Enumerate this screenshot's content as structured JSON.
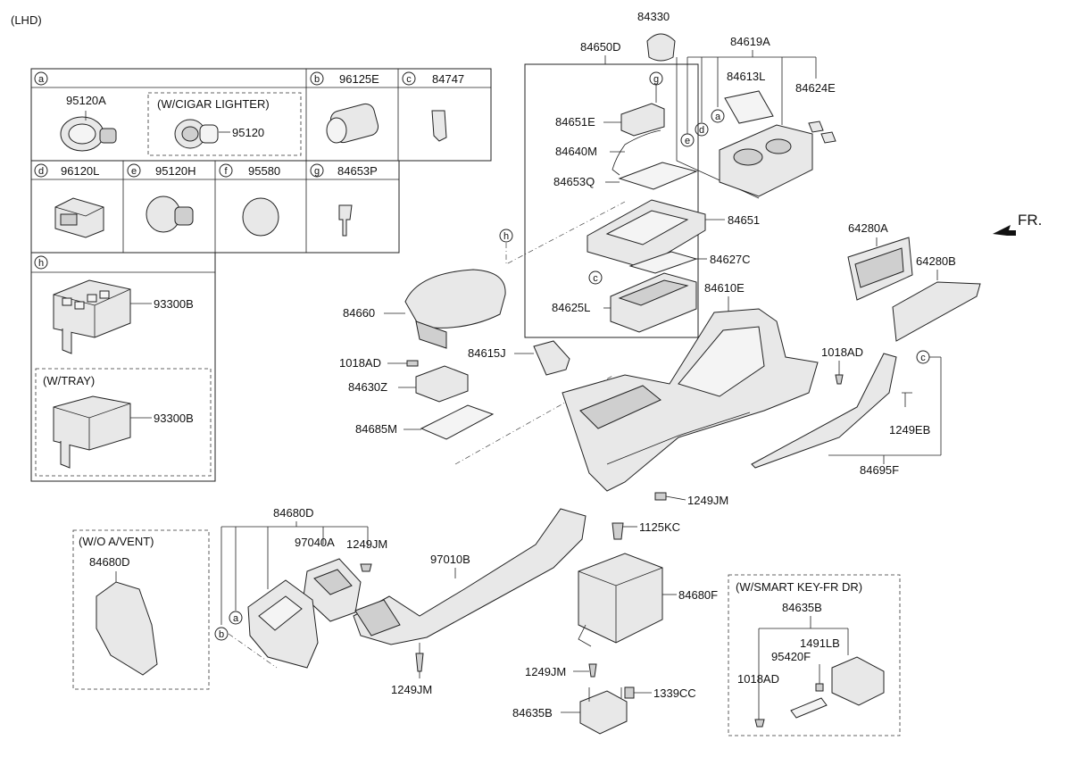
{
  "header": {
    "drive_side": "(LHD)"
  },
  "fr_arrow": {
    "label": "FR."
  },
  "legend": {
    "a": {
      "letter": "a",
      "part": "95120A",
      "note": "(W/CIGAR LIGHTER)",
      "note_part": "95120"
    },
    "b": {
      "letter": "b",
      "part": "96125E"
    },
    "c": {
      "letter": "c",
      "part": "84747"
    },
    "d": {
      "letter": "d",
      "part": "96120L"
    },
    "e": {
      "letter": "e",
      "part": "95120H"
    },
    "f": {
      "letter": "f",
      "part": "95580"
    },
    "g": {
      "letter": "g",
      "part": "84653P"
    },
    "h": {
      "letter": "h",
      "part": "93300B",
      "note": "(W/TRAY)",
      "note_part": "93300B"
    }
  },
  "labels": {
    "p84330": "84330",
    "p84650D": "84650D",
    "p84619A": "84619A",
    "p84613L": "84613L",
    "p84624E": "84624E",
    "p84651E": "84651E",
    "p84640M": "84640M",
    "p84653Q": "84653Q",
    "p84651": "84651",
    "p84627C": "84627C",
    "p84625L": "84625L",
    "p84660": "84660",
    "p1018AD_a": "1018AD",
    "p84615J": "84615J",
    "p84630Z": "84630Z",
    "p84685M": "84685M",
    "p84610E": "84610E",
    "p64280A": "64280A",
    "p64280B": "64280B",
    "p1018AD_b": "1018AD",
    "p1249EB": "1249EB",
    "p84695F": "84695F",
    "p1249JM_a": "1249JM",
    "p84680D": "84680D",
    "p97040A": "97040A",
    "p1249JM_b": "1249JM",
    "p97010B": "97010B",
    "p1125KC": "1125KC",
    "p84680F": "84680F",
    "p1249JM_c": "1249JM",
    "p1249JM_d": "1249JM",
    "p1339CC": "1339CC",
    "p84635B": "84635B"
  },
  "callouts": {
    "g": "g",
    "a": "a",
    "d": "d",
    "e": "e",
    "h": "h",
    "c1": "c",
    "c2": "c",
    "a2": "a",
    "b2": "b"
  },
  "wo_avent": {
    "note": "(W/O A/VENT)",
    "part": "84680D"
  },
  "smart_key": {
    "note": "(W/SMART KEY-FR DR)",
    "p84635B": "84635B",
    "p1491LB": "1491LB",
    "p95420F": "95420F",
    "p1018AD": "1018AD"
  }
}
